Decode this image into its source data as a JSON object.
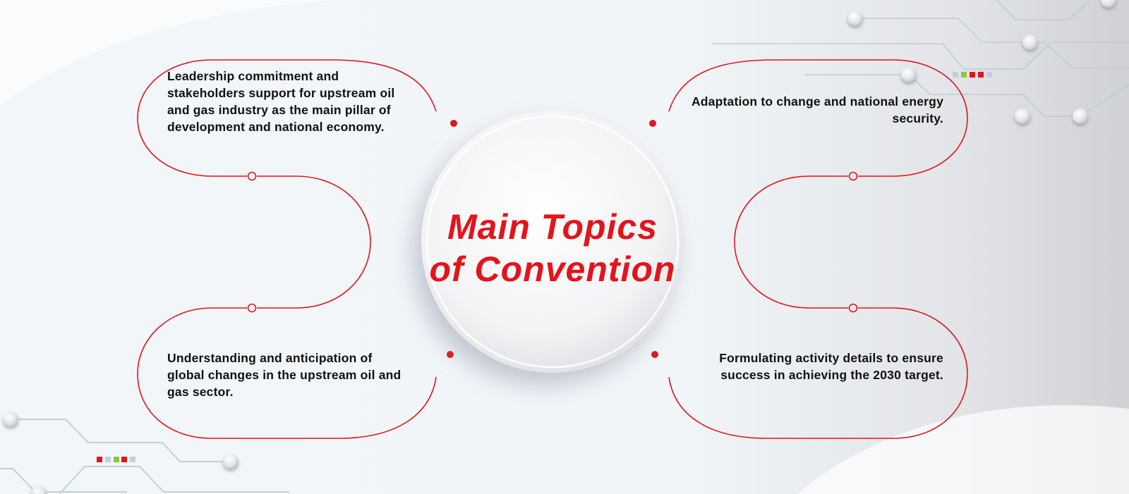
{
  "title": {
    "line1": "Main Topics",
    "line2": "of Convention"
  },
  "topics": [
    {
      "id": "top-left",
      "text": "Leadership commitment and stakeholders support for upstream oil and gas industry as the main pillar of development and national economy."
    },
    {
      "id": "top-right",
      "text": "Adaptation to change and national energy security."
    },
    {
      "id": "bottom-left",
      "text": "Understanding and anticipation of global changes in the upstream oil and gas sector."
    },
    {
      "id": "bottom-right",
      "text": "Formulating activity details to ensure success in achieving the 2030 target."
    }
  ],
  "colors": {
    "accent": "#e3141b",
    "green": "#8dc63f",
    "gray_square": "#c2d0d8",
    "text": "#111111"
  }
}
